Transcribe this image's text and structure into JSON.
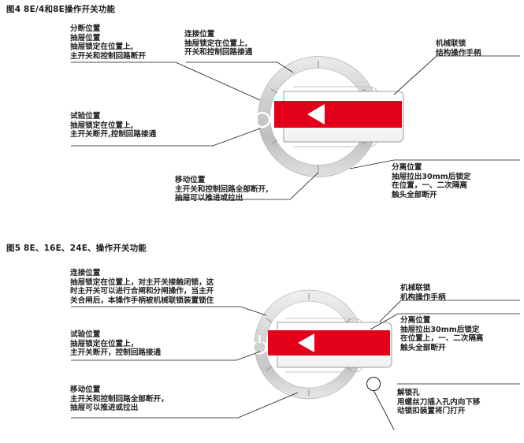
{
  "figure4": {
    "title": "图4  8E/4和8E操作开关功能",
    "switch": {
      "dial_marking": "circle-o",
      "handle_band_color": "#e2001a",
      "ring_color": "#c9c9c9",
      "arrow_direction": "left"
    },
    "callouts": {
      "disconnect": "分断位置\n抽屉位置\n抽屉锁定在位置上,\n主开关和控制回路断开",
      "connect": "连接位置\n抽屉锁定在位置上,\n开关和控制回路接通",
      "interlock": "机械联锁\n结构操作手柄",
      "test": "试验位置\n抽屉锁定在位置上,\n主开关断开,控制回路接通",
      "move": "移动位置\n主开关和控制回路全部断开,\n抽屉可以推进或拉出",
      "isolate": "分离位置\n抽屉拉出30mm后锁定\n在位置，一、二次隔离\n触头全部断开"
    }
  },
  "figure5": {
    "title": "图5  8E、16E、24E、操作开关功能",
    "switch": {
      "dial_marking": "power-symbol",
      "handle_band_color": "#e2001a",
      "ring_color": "#d0d0d0",
      "arrow_direction": "left"
    },
    "callouts": {
      "connect": "连接位置\n抽屉锁定在位置上，对主开关接触闭锁，这\n时主开关可以进行合闸和分闸操作，当主开\n关合闸后，本操作手柄被机械联锁装置锁住",
      "interlock": "机械联锁\n机构操作手柄",
      "test": "试验位置\n抽屉锁定在位置上，\n主开关断开，控制回路接通",
      "isolate": "分离位置\n抽屉拉出30mm后锁定\n在位置上，一、二次隔离\n触头全部断开",
      "move": "移动位置\n主开关和控制回路全部断开，\n抽屉可以推进或拉出",
      "unlock": "解锁孔\n用螺丝刀插入孔内向下移\n动锁扣装置将门打开"
    }
  }
}
